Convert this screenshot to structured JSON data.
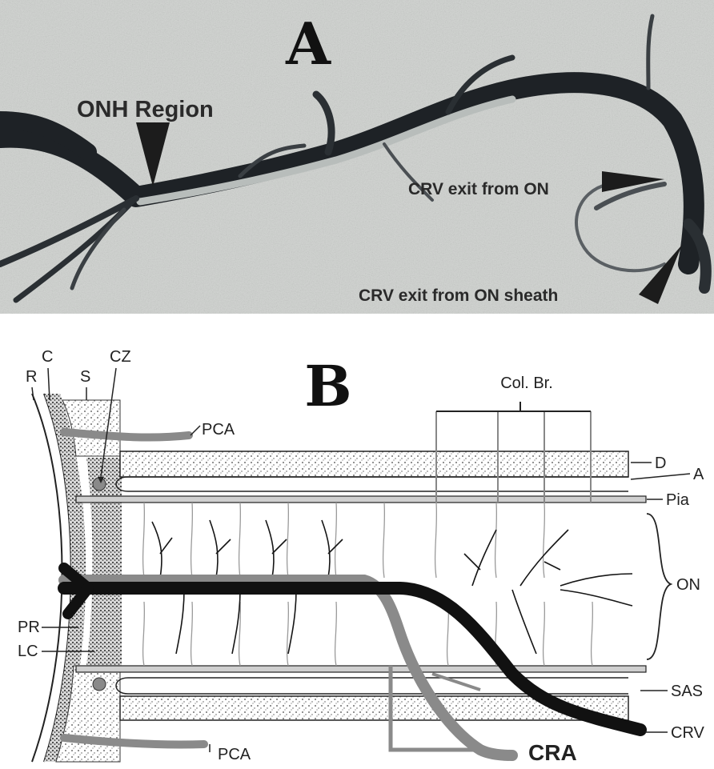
{
  "panel_a": {
    "letter": "A",
    "labels": {
      "onh_region": "ONH Region",
      "crv_exit_on": "CRV exit from ON",
      "crv_exit_sheath": "CRV exit from ON sheath"
    },
    "colors": {
      "background": "#cfd2cf",
      "vessel": "#1e2226"
    }
  },
  "panel_b": {
    "letter": "B",
    "labels": {
      "r": "R",
      "c": "C",
      "s": "S",
      "cz": "CZ",
      "pca_top": "PCA",
      "col_br": "Col. Br.",
      "d": "D",
      "a": "A",
      "pia": "Pia",
      "on": "ON",
      "pr": "PR",
      "lc": "LC",
      "sas": "SAS",
      "crv": "CRV",
      "cra": "CRA",
      "pca_bottom": "PCA"
    },
    "colors": {
      "vein": "#111111",
      "artery": "#8a8a8a",
      "line": "#222222"
    }
  }
}
